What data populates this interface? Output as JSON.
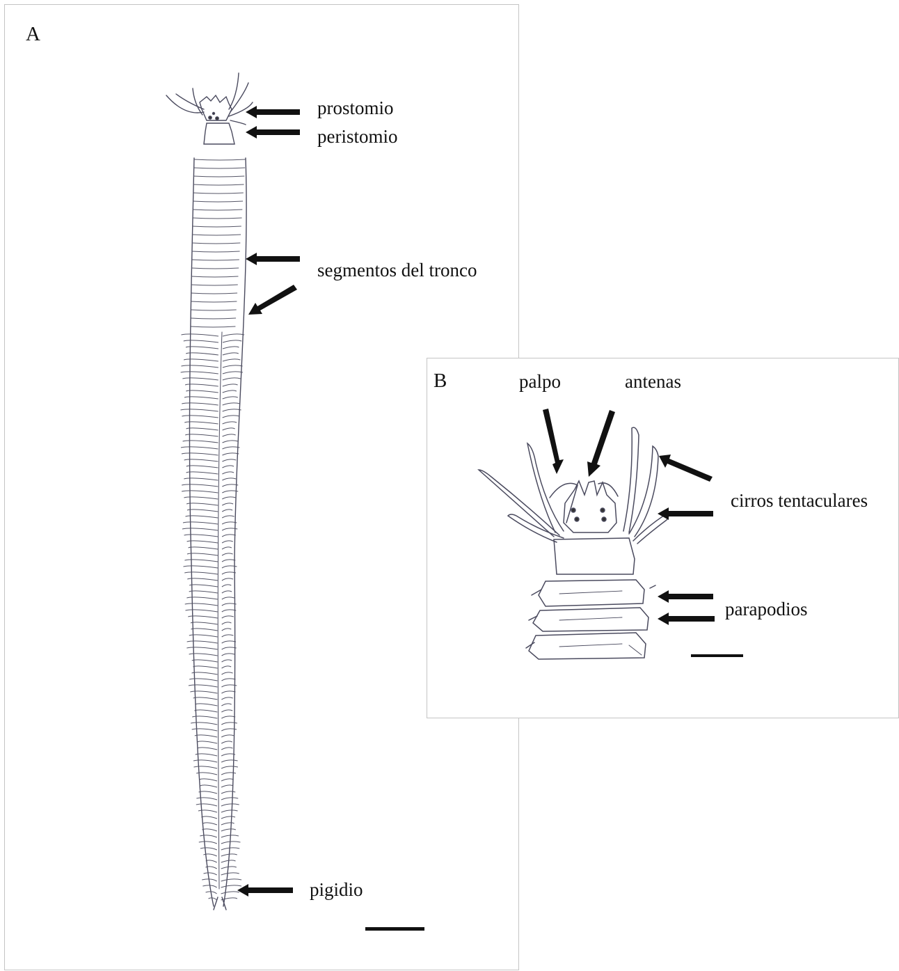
{
  "panel_a": {
    "letter": "A",
    "labels": {
      "prostomio": "prostomio",
      "peristomio": "peristomio",
      "segmentos": "segmentos del tronco",
      "pigidio": "pigidio"
    }
  },
  "panel_b": {
    "letter": "B",
    "labels": {
      "palpo": "palpo",
      "antenas": "antenas",
      "cirros": "cirros tentaculares",
      "parapodios": "parapodios"
    }
  },
  "colors": {
    "ink": "#111111",
    "drawing": "#4a4a5e",
    "panel_border": "#c4c4c4"
  }
}
